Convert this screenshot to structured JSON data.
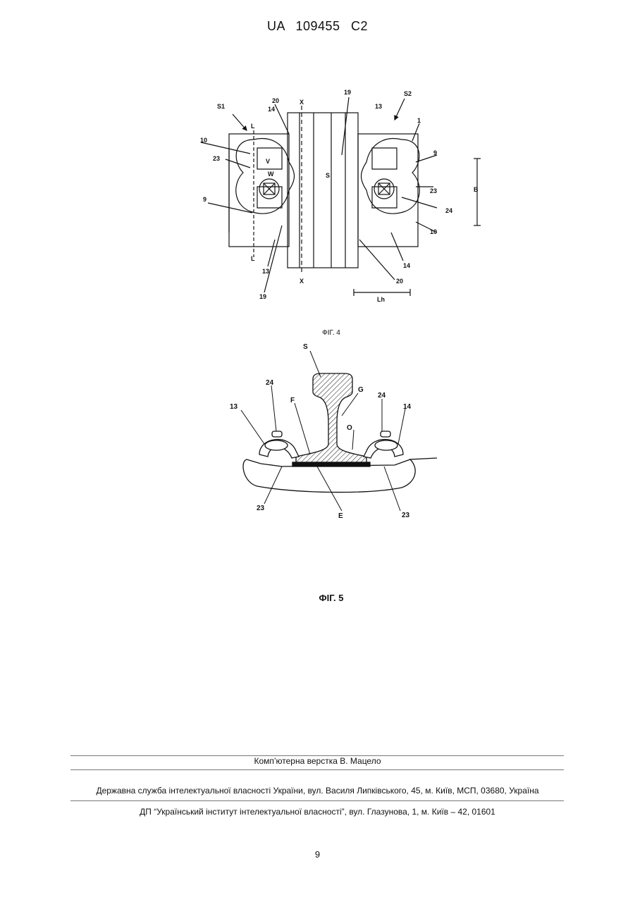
{
  "header": {
    "patent_id": "UA   109455   C2"
  },
  "figure4": {
    "caption": "ФІГ. 4",
    "labels": {
      "S1": "S1",
      "S2": "S2",
      "S": "S",
      "X": "X",
      "L": "L",
      "V": "V",
      "W": "W",
      "B": "B",
      "Lh": "Lh",
      "n1": "1",
      "n9": "9",
      "n10": "10",
      "n13": "13",
      "n14": "14",
      "n19": "19",
      "n20": "20",
      "n23": "23",
      "n24": "24"
    }
  },
  "figure5": {
    "caption": "ФІГ. 5",
    "labels": {
      "S": "S",
      "G": "G",
      "F": "F",
      "O": "O",
      "E": "E",
      "n13": "13",
      "n14": "14",
      "n23": "23",
      "n24": "24"
    }
  },
  "footer": {
    "typesetter": "Комп’ютерна верстка В. Мацело",
    "agency": "Державна служба інтелектуальної власності України, вул. Василя Липківського, 45, м. Київ, МСП, 03680, Україна",
    "institute": "ДП “Український інститут інтелектуальної власності”, вул. Глазунова, 1, м. Київ – 42, 01601"
  },
  "page_number": "9"
}
